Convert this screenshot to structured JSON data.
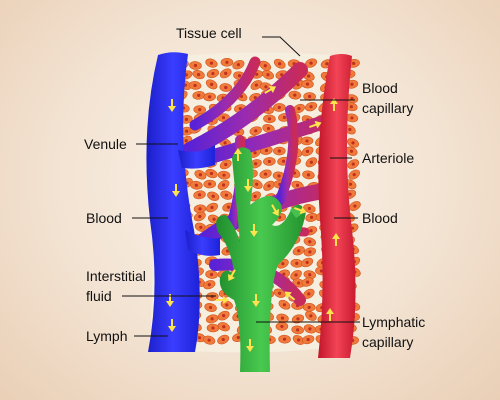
{
  "labels": {
    "tissue_cell": "Tissue cell",
    "blood_capillary_line1": "Blood",
    "blood_capillary_line2": "capillary",
    "venule": "Venule",
    "arteriole": "Arteriole",
    "blood_left": "Blood",
    "blood_right": "Blood",
    "interstitial_line1": "Interstitial",
    "interstitial_line2": "fluid",
    "lymph": "Lymph",
    "lymphatic_line1": "Lymphatic",
    "lymphatic_line2": "capillary"
  },
  "colors": {
    "venule": "#2b2ff0",
    "arteriole": "#e8283e",
    "capillary": "#8a2bb5",
    "lymphatic": "#2fae3a",
    "tissue_fill": "#f6eede",
    "cell": "#f07a3c",
    "cell_nucleus": "#c0301d",
    "flow_arrow": "#ffe34d"
  },
  "icons": {
    "flow": "flow-arrow-icon"
  }
}
